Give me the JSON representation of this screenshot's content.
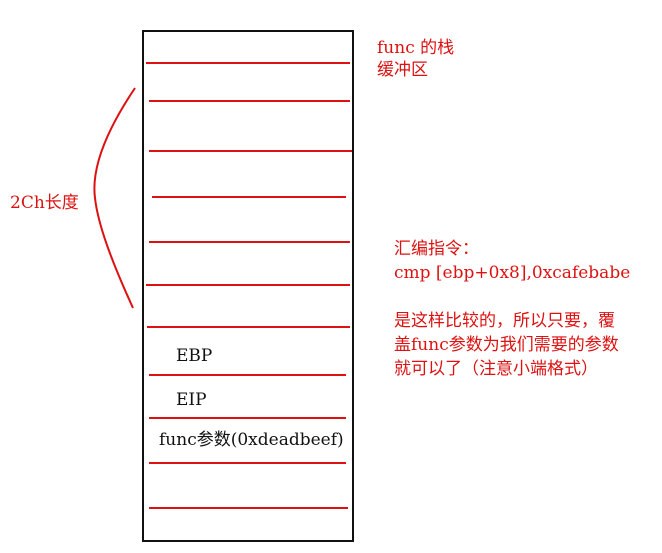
{
  "colors": {
    "annotation": "#dd1111",
    "stack_border": "#111111",
    "slot_line": "#dd1111",
    "stack_text": "#111111"
  },
  "stack": {
    "slots": [
      {
        "label": "EBP"
      },
      {
        "label": "EIP"
      },
      {
        "label": "func参数(0xdeadbeef)"
      }
    ]
  },
  "annotations": {
    "buffer_label": [
      "func  的栈",
      "缓冲区"
    ],
    "size_label": "2Ch长度",
    "asm_note": [
      "汇编指令：",
      "cmp  [ebp+0x8],0xcafebabe",
      "",
      "是这样比较的，所以只要，覆",
      "盖func参数为我们需要的参数",
      "就可以了（注意小端格式）"
    ]
  }
}
